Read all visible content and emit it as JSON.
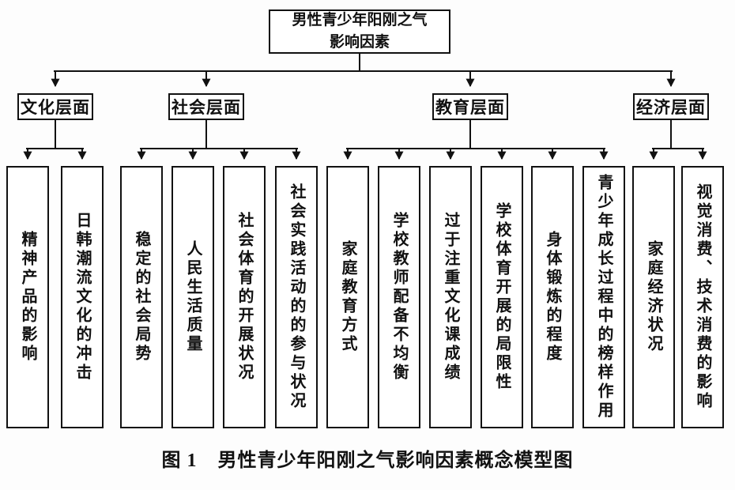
{
  "colors": {
    "ink": "#111111",
    "background": "#fdfdfd"
  },
  "root": {
    "line1": "男性青少年阳刚之气",
    "line2": "影响因素"
  },
  "categories": [
    {
      "label": "文化层面",
      "children": [
        "精神产品的影响",
        "日韩潮流文化的冲击"
      ]
    },
    {
      "label": "社会层面",
      "children": [
        "稳定的社会局势",
        "人民生活质量",
        "社会体育的开展状况",
        "社会实践活动的的参与状况"
      ]
    },
    {
      "label": "教育层面",
      "children": [
        "家庭教育方式",
        "学校教师配备不均衡",
        "过于注重文化课成绩",
        "学校体育开展的局限性",
        "身体锻炼的程度",
        "青少年成长过程中的榜样作用"
      ]
    },
    {
      "label": "经济层面",
      "children": [
        "家庭经济状况",
        "视觉消费、技术消费的影响"
      ]
    }
  ],
  "caption": {
    "prefix": "图 1",
    "text": "男性青少年阳刚之气影响因素概念模型图"
  }
}
